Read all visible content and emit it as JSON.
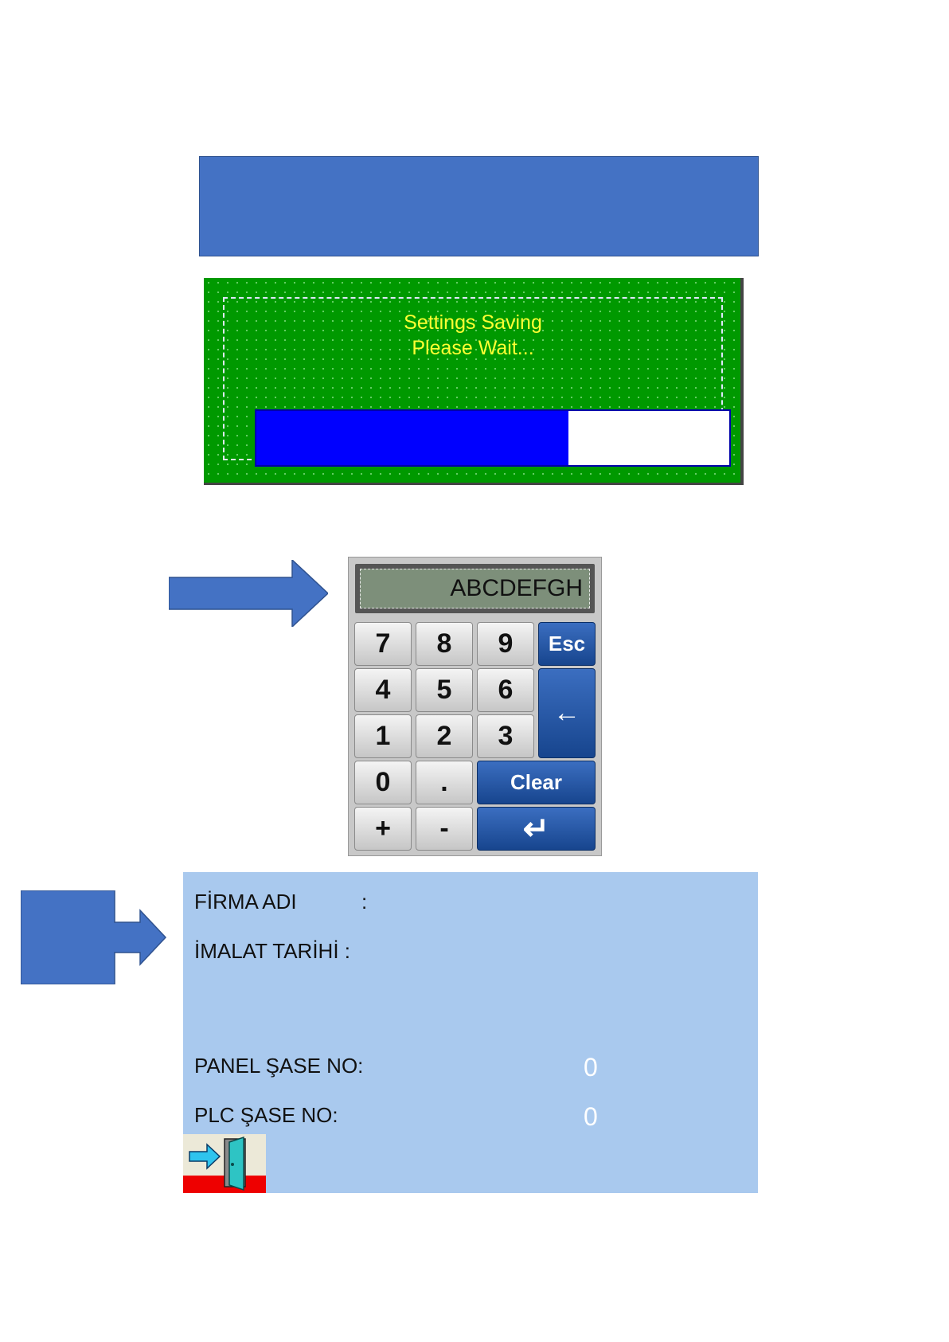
{
  "saving_dialog": {
    "line1": "Settings Saving",
    "line2": "Please Wait...",
    "progress_fraction": 0.66,
    "colors": {
      "background": "#009900",
      "text": "#FFFF33",
      "fill": "#0000FF"
    }
  },
  "keypad": {
    "display_value": "ABCDEFGH",
    "keys": {
      "k7": "7",
      "k8": "8",
      "k9": "9",
      "esc": "Esc",
      "k4": "4",
      "k5": "5",
      "k6": "6",
      "backspace": "←",
      "k1": "1",
      "k2": "2",
      "k3": "3",
      "k0": "0",
      "dot": ".",
      "clear": "Clear",
      "plus": "+",
      "minus": "-",
      "enter": "↵"
    }
  },
  "info_panel": {
    "firma_label": "FİRMA ADI",
    "firma_colon": ":",
    "imalat_label": "İMALAT TARİHİ :",
    "panel_sase_label": "PANEL ŞASE NO:",
    "panel_sase_value": "0",
    "plc_sase_label": "PLC ŞASE NO:",
    "plc_sase_value": "0",
    "exit_icon": "exit-door-icon",
    "background": "#A9C9EE"
  },
  "accent_color": "#4472C4"
}
